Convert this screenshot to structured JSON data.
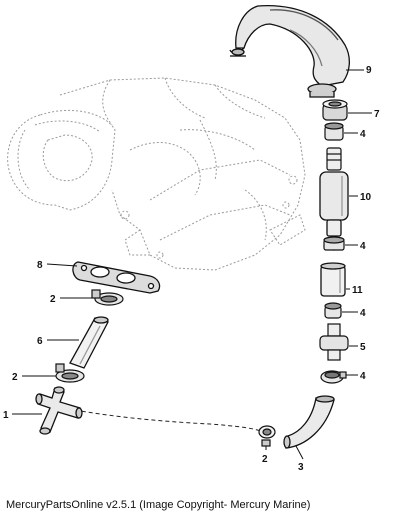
{
  "callouts": {
    "c1": "1",
    "c2a": "2",
    "c2b": "2",
    "c2c": "2",
    "c3": "3",
    "c4a": "4",
    "c4b": "4",
    "c4c": "4",
    "c4d": "4",
    "c5": "5",
    "c6": "6",
    "c7": "7",
    "c8": "8",
    "c9": "9",
    "c10": "10",
    "c11": "11"
  },
  "footer": {
    "copyright": "MercuryPartsOnline v2.5.1 (Image Copyright- Mercury Marine)"
  }
}
